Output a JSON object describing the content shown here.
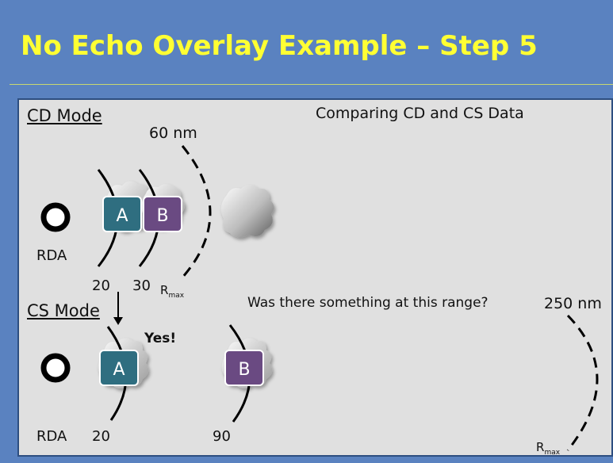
{
  "slide": {
    "title": "No Echo Overlay Example – Step 5"
  },
  "cd": {
    "mode_label": "CD Mode",
    "heading": "Comparing CD and CS Data",
    "range_label": "60 nm",
    "rda_label": "RDA",
    "arc1_label": "20",
    "arc2_label": "30",
    "rmax_main": "R",
    "rmax_sub": "max",
    "echo_a": "A",
    "echo_b": "B"
  },
  "cs": {
    "mode_label": "CS Mode",
    "question": "Was there something at this range?",
    "range_label": "250 nm",
    "answer": "Yes!",
    "rda_label": "RDA",
    "arc1_label": "20",
    "arc2_label": "90",
    "rmax_main": "R",
    "rmax_sub": "max",
    "echo_a": "A",
    "echo_b": "B"
  },
  "colors": {
    "title": "#ffff33",
    "echo_a": "#2f6e80",
    "echo_b": "#6a4a82",
    "panel": "#e0e0e0"
  }
}
